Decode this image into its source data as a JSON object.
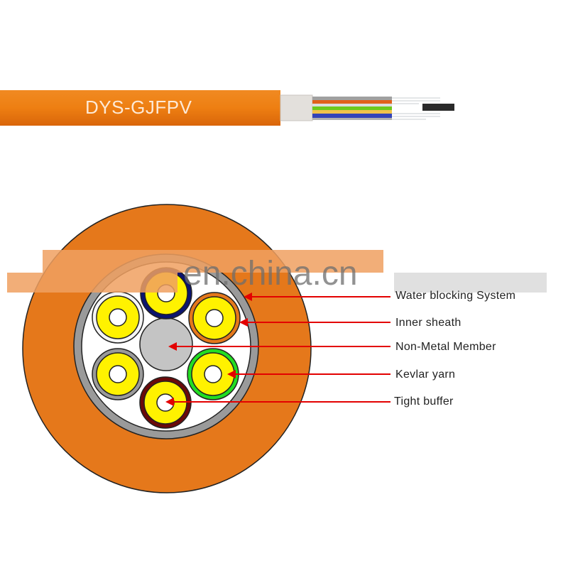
{
  "cable": {
    "model": "DYS-GJFPV"
  },
  "watermark": "en.china.cn",
  "labels": [
    {
      "text": "Water blocking System"
    },
    {
      "text": "Inner sheath"
    },
    {
      "text": "Non-Metal Member"
    },
    {
      "text": "Kevlar yarn"
    },
    {
      "text": "Tight buffer"
    }
  ],
  "colors": {
    "outer_jacket": "#e5781b",
    "gray_ring": "#9a9a9a",
    "buffer": "#fff200",
    "arrow": "#e30000",
    "tube_sheaths": [
      "#0b1470",
      "#f5f5f5",
      "#e5781b",
      "#9a9a9a",
      "#22dd22",
      "#6b0a0a"
    ]
  }
}
